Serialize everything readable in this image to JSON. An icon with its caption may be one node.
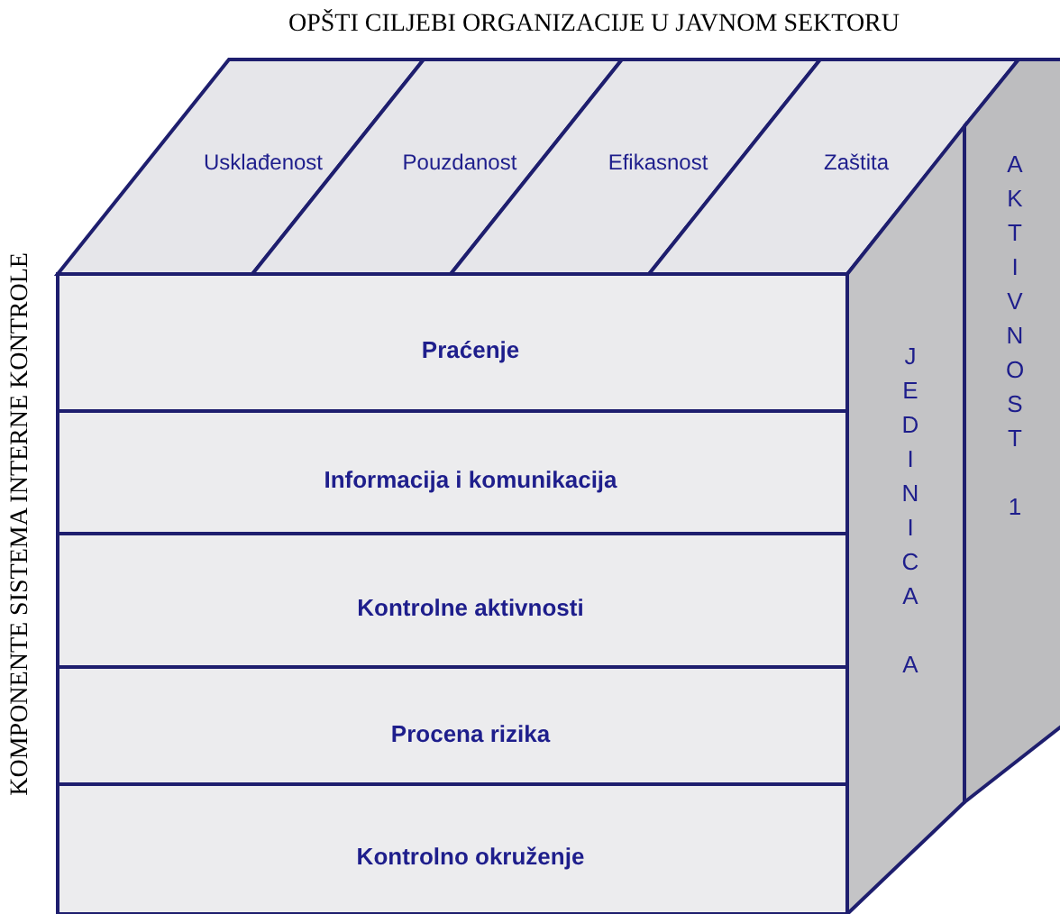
{
  "diagram": {
    "title": "OPŠTI CILJEBI ORGANIZACIJE U JAVNOM SEKTORU",
    "nodes": [
      {
        "text": [
          "Usklađenost"
        ]
      },
      {
        "text": [
          "Pouzdanost"
        ]
      },
      {
        "text": [
          "Efikasnost"
        ]
      },
      {
        "text": [
          "Zaštita"
        ]
      },
      {
        "text": [
          "Praćenje"
        ]
      },
      {
        "text": [
          "Informacija i komunikacija"
        ]
      },
      {
        "text": [
          "Kontrolne aktivnosti"
        ]
      },
      {
        "text": [
          "Procena rizika"
        ]
      },
      {
        "text": [
          "Kontrolno okruženje"
        ]
      },
      {
        "text": [
          "JEDINICA A"
        ]
      },
      {
        "text": [
          "AKTIVNOST 1"
        ]
      }
    ],
    "edges": [],
    "labels": [
      "KOMPONENTE SISTEMA INTERNE KONTROLE"
    ]
  }
}
